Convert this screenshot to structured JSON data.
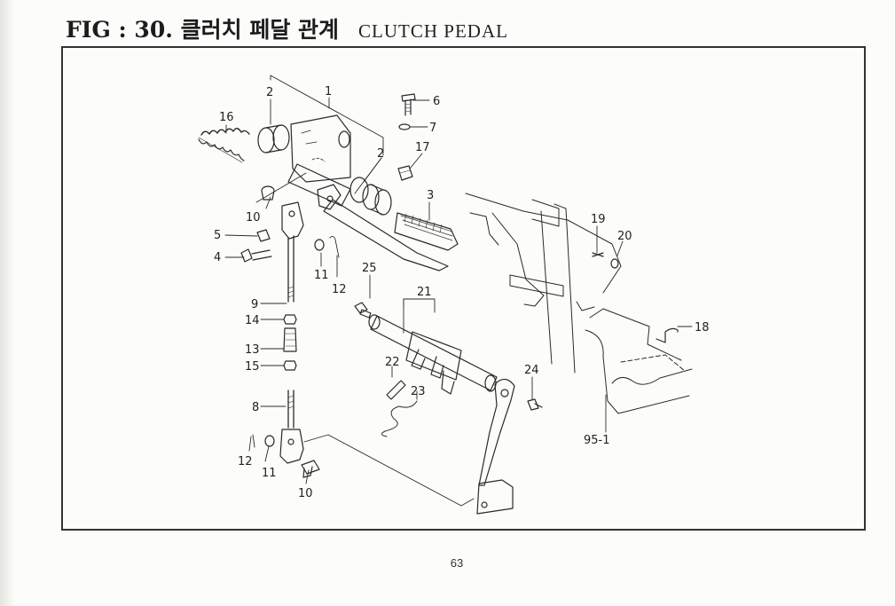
{
  "header": {
    "title": "FIG : 30. 클러치 페달 관계",
    "subtitle": "CLUTCH PEDAL"
  },
  "callouts": [
    {
      "id": "c1",
      "label": "1"
    },
    {
      "id": "c2a",
      "label": "2"
    },
    {
      "id": "c2b",
      "label": "2"
    },
    {
      "id": "c3",
      "label": "3"
    },
    {
      "id": "c4",
      "label": "4"
    },
    {
      "id": "c5",
      "label": "5"
    },
    {
      "id": "c6",
      "label": "6"
    },
    {
      "id": "c7",
      "label": "7"
    },
    {
      "id": "c8",
      "label": "8"
    },
    {
      "id": "c9",
      "label": "9"
    },
    {
      "id": "c10a",
      "label": "10"
    },
    {
      "id": "c10b",
      "label": "10"
    },
    {
      "id": "c11a",
      "label": "11"
    },
    {
      "id": "c11b",
      "label": "11"
    },
    {
      "id": "c12a",
      "label": "12"
    },
    {
      "id": "c12b",
      "label": "12"
    },
    {
      "id": "c13",
      "label": "13"
    },
    {
      "id": "c14",
      "label": "14"
    },
    {
      "id": "c15",
      "label": "15"
    },
    {
      "id": "c16",
      "label": "16"
    },
    {
      "id": "c17",
      "label": "17"
    },
    {
      "id": "c18",
      "label": "18"
    },
    {
      "id": "c19",
      "label": "19"
    },
    {
      "id": "c20",
      "label": "20"
    },
    {
      "id": "c21",
      "label": "21"
    },
    {
      "id": "c22",
      "label": "22"
    },
    {
      "id": "c23",
      "label": "23"
    },
    {
      "id": "c24",
      "label": "24"
    },
    {
      "id": "c25",
      "label": "25"
    },
    {
      "id": "c95",
      "label": "95-1"
    }
  ],
  "page_number": "63"
}
